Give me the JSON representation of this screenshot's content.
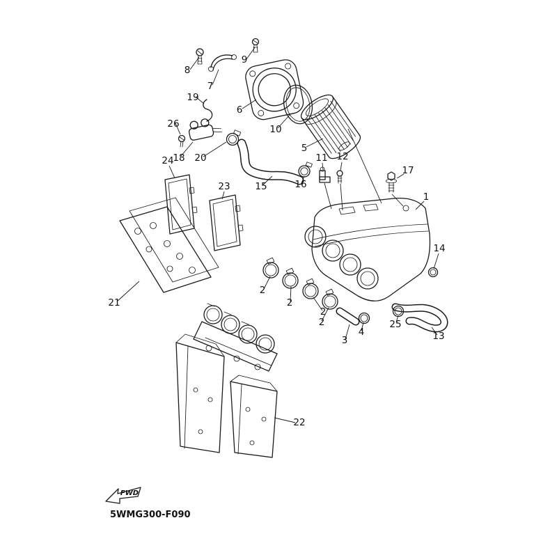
{
  "diagram": {
    "drawing_code": "5WMG300-F090",
    "fwd_label": "FWD",
    "colors": {
      "background": "#ffffff",
      "line": "#1a1a1a",
      "text": "#111111"
    },
    "callouts": [
      {
        "label": "8"
      },
      {
        "label": "9"
      },
      {
        "label": "7"
      },
      {
        "label": "19"
      },
      {
        "label": "6"
      },
      {
        "label": "10"
      },
      {
        "label": "26"
      },
      {
        "label": "18"
      },
      {
        "label": "20"
      },
      {
        "label": "5"
      },
      {
        "label": "11"
      },
      {
        "label": "12"
      },
      {
        "label": "15"
      },
      {
        "label": "16"
      },
      {
        "label": "17"
      },
      {
        "label": "1"
      },
      {
        "label": "24"
      },
      {
        "label": "23"
      },
      {
        "label": "21"
      },
      {
        "label": "2"
      },
      {
        "label": "2"
      },
      {
        "label": "2"
      },
      {
        "label": "2"
      },
      {
        "label": "14"
      },
      {
        "label": "3"
      },
      {
        "label": "4"
      },
      {
        "label": "25"
      },
      {
        "label": "13"
      },
      {
        "label": "22"
      }
    ]
  }
}
